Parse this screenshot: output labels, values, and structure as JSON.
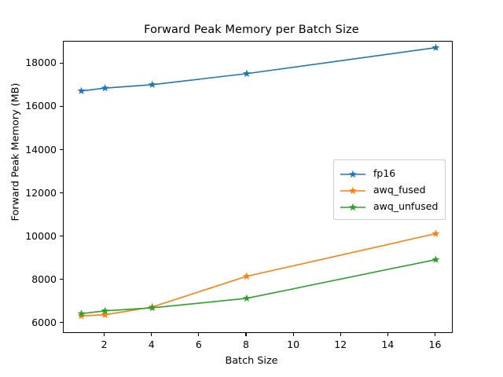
{
  "chart_data": {
    "type": "line",
    "title": "Forward Peak Memory per Batch Size",
    "xlabel": "Batch Size",
    "ylabel": "Forward Peak Memory (MB)",
    "x": [
      1,
      2,
      4,
      8,
      16
    ],
    "xlim": [
      0.25,
      16.75
    ],
    "ylim": [
      5520,
      19030
    ],
    "xticks": [
      2,
      4,
      6,
      8,
      10,
      12,
      14,
      16
    ],
    "xtick_labels": [
      "2",
      "4",
      "6",
      "8",
      "10",
      "12",
      "14",
      "16"
    ],
    "yticks": [
      6000,
      8000,
      10000,
      12000,
      14000,
      16000,
      18000
    ],
    "ytick_labels": [
      "6000",
      "8000",
      "10000",
      "12000",
      "14000",
      "16000",
      "18000"
    ],
    "grid": false,
    "marker": "star",
    "legend_position": "center-right",
    "series": [
      {
        "name": "fp16",
        "color": "#1f77b4",
        "values": [
          16750,
          16880,
          17040,
          17550,
          18750
        ]
      },
      {
        "name": "awq_fused",
        "color": "#ff7f0e",
        "values": [
          6350,
          6400,
          6760,
          8180,
          10150
        ]
      },
      {
        "name": "awq_unfused",
        "color": "#2ca02c",
        "values": [
          6450,
          6580,
          6720,
          7160,
          8950
        ]
      }
    ]
  },
  "legend": {
    "entries": [
      {
        "label": "fp16"
      },
      {
        "label": "awq_fused"
      },
      {
        "label": "awq_unfused"
      }
    ]
  }
}
